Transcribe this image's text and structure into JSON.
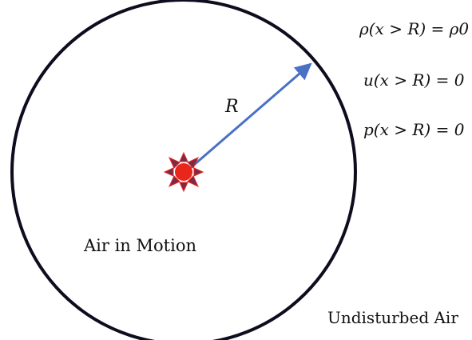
{
  "labels": {
    "radius": "R",
    "inside": "Air in Motion",
    "outside": "Undisturbed Air"
  },
  "conditions": {
    "rho": "ρ(x > R) = ρ0",
    "u": "u(x > R) = 0",
    "p": "p(x > R) = 0"
  },
  "colors": {
    "circle": "#0d0d1f",
    "arrow": "#4a72c4",
    "source_core": "#e8261c",
    "source_rays": "#7a2a4a"
  }
}
